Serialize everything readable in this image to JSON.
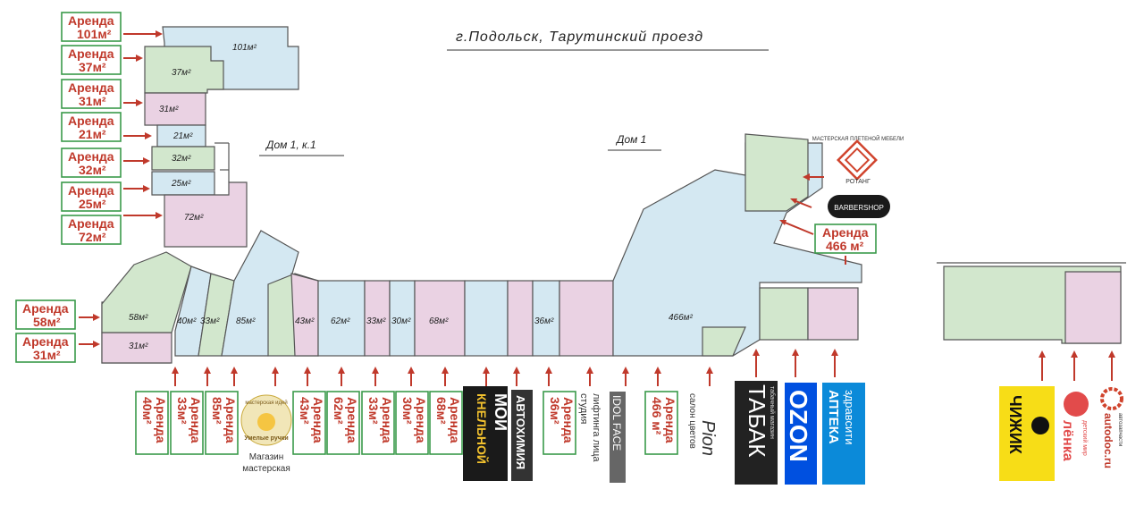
{
  "header": {
    "title": "г.Подольск,  Тарутинский  проезд"
  },
  "buildings": {
    "dom1k1": "Дом 1,  к.1",
    "dom1": "Дом 1"
  },
  "rent_word": "Аренда",
  "left_rent_labels": [
    {
      "area": "101м²"
    },
    {
      "area": "37м²"
    },
    {
      "area": "31м²"
    },
    {
      "area": "21м²"
    },
    {
      "area": "32м²"
    },
    {
      "area": "25м²"
    },
    {
      "area": "72м²"
    }
  ],
  "lower_left_rent_labels": [
    {
      "area": "58м²"
    },
    {
      "area": "31м²"
    }
  ],
  "right_rent_label": {
    "area": "466 м²"
  },
  "unit_labels": {
    "u101": "101м²",
    "u37": "37м²",
    "u31a": "31м²",
    "u21": "21м²",
    "u32": "32м²",
    "u25": "25м²",
    "u72": "72м²",
    "u58": "58м²",
    "u31b": "31м²",
    "u40": "40м²",
    "u33a": "33м²",
    "u85": "85м²",
    "u43": "43м²",
    "u62": "62м²",
    "u33b": "33м²",
    "u30": "30м²",
    "u68": "68м²",
    "u36": "36м²",
    "u466": "466м²"
  },
  "bottom_rent_labels": [
    {
      "area": "40м²"
    },
    {
      "area": "33м²"
    },
    {
      "area": "85м²"
    },
    {
      "area": "43м²"
    },
    {
      "area": "62м²"
    },
    {
      "area": "33м²"
    },
    {
      "area": "30м²"
    },
    {
      "area": "68м²"
    },
    {
      "area": "36м²"
    },
    {
      "area": "466 м²"
    }
  ],
  "tenants": {
    "master_shop_logo": "мастерская идей",
    "master_shop_logo2": "Умелые ручки",
    "master_shop_caption1": "Магазин",
    "master_shop_caption2": "мастерская",
    "moi_line1": "МОИ",
    "moi_line2": "КНЕЛЬНОЙ",
    "avto": "АВТОХИМИЯ",
    "studio1": "студия",
    "studio2": "лифтинга лица",
    "idol": "IDOL FACE",
    "salon_line1": "салон цветов",
    "pion": "Pion",
    "tabak": "ТАБАК",
    "tabak_sub": "табачный магазин",
    "ozon": "OZON",
    "apteka1": "АПТЕКА",
    "apteka2": "здравсити",
    "rotang_top": "МАСТЕРСКАЯ ПЛЕТЕНОЙ МЕБЕЛИ",
    "rotang": "РОТАНГ",
    "barbershop": "BARBERSHOP",
    "chizhik": "ЧИЖИК",
    "lenka1": "детский мир",
    "lenka2": "лёнка",
    "autodoc": "autodoc.ru",
    "autodoc_sub": "автозапчасти"
  },
  "colors": {
    "blue": "#d4e8f2",
    "green": "#d2e7cd",
    "pink": "#ead2e3",
    "accent_red": "#c0392b",
    "label_green": "#3a9a4a"
  }
}
